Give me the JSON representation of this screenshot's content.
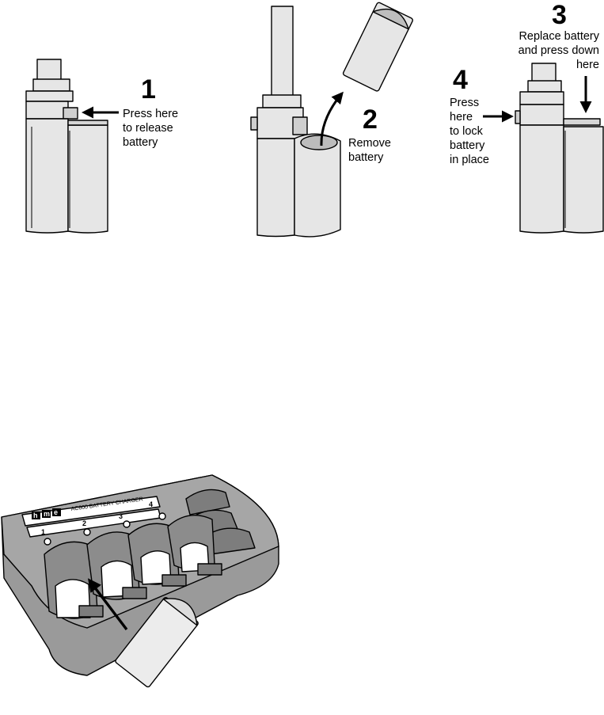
{
  "steps": [
    {
      "number": "1",
      "lines": [
        "Press here",
        "to release",
        "battery"
      ]
    },
    {
      "number": "2",
      "lines": [
        "Remove",
        "battery"
      ]
    },
    {
      "number": "3",
      "lines": [
        "Replace battery",
        "and press down",
        "here"
      ]
    },
    {
      "number": "4",
      "lines": [
        "Press",
        "here",
        "to lock",
        "battery",
        "in place"
      ]
    }
  ],
  "charger": {
    "logo_letters": [
      "h",
      "m",
      "e"
    ],
    "title": "AC600 BATTERY CHARGER",
    "slot_labels": [
      "1",
      "2",
      "3",
      "4"
    ]
  }
}
